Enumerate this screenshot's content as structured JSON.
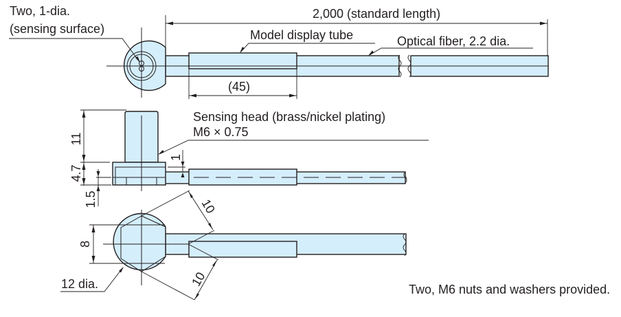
{
  "title": "Fiber unit dimensional drawing",
  "colors": {
    "part_fill": "#d4eefb",
    "line": "#231f20",
    "background": "#ffffff"
  },
  "labels": {
    "sensing_surface_line1": "Two, 1-dia.",
    "sensing_surface_line2": "(sensing surface)",
    "standard_length": "2,000 (standard length)",
    "model_display_tube": "Model display tube",
    "optical_fiber": "Optical fiber, 2.2 dia.",
    "tube_length": "(45)",
    "sensing_head_line1": "Sensing head (brass/nickel plating)",
    "sensing_head_line2": "M6 × 0.75",
    "head_diameter": "12 dia.",
    "nuts_note": "Two, M6 nuts and washers provided."
  },
  "dimensions": {
    "head_height": "11",
    "nut_height": "4.7",
    "nut_offset": "1.5",
    "step": "1",
    "across_flats": "8",
    "hex_side_top": "10",
    "hex_side_bottom": "10"
  }
}
